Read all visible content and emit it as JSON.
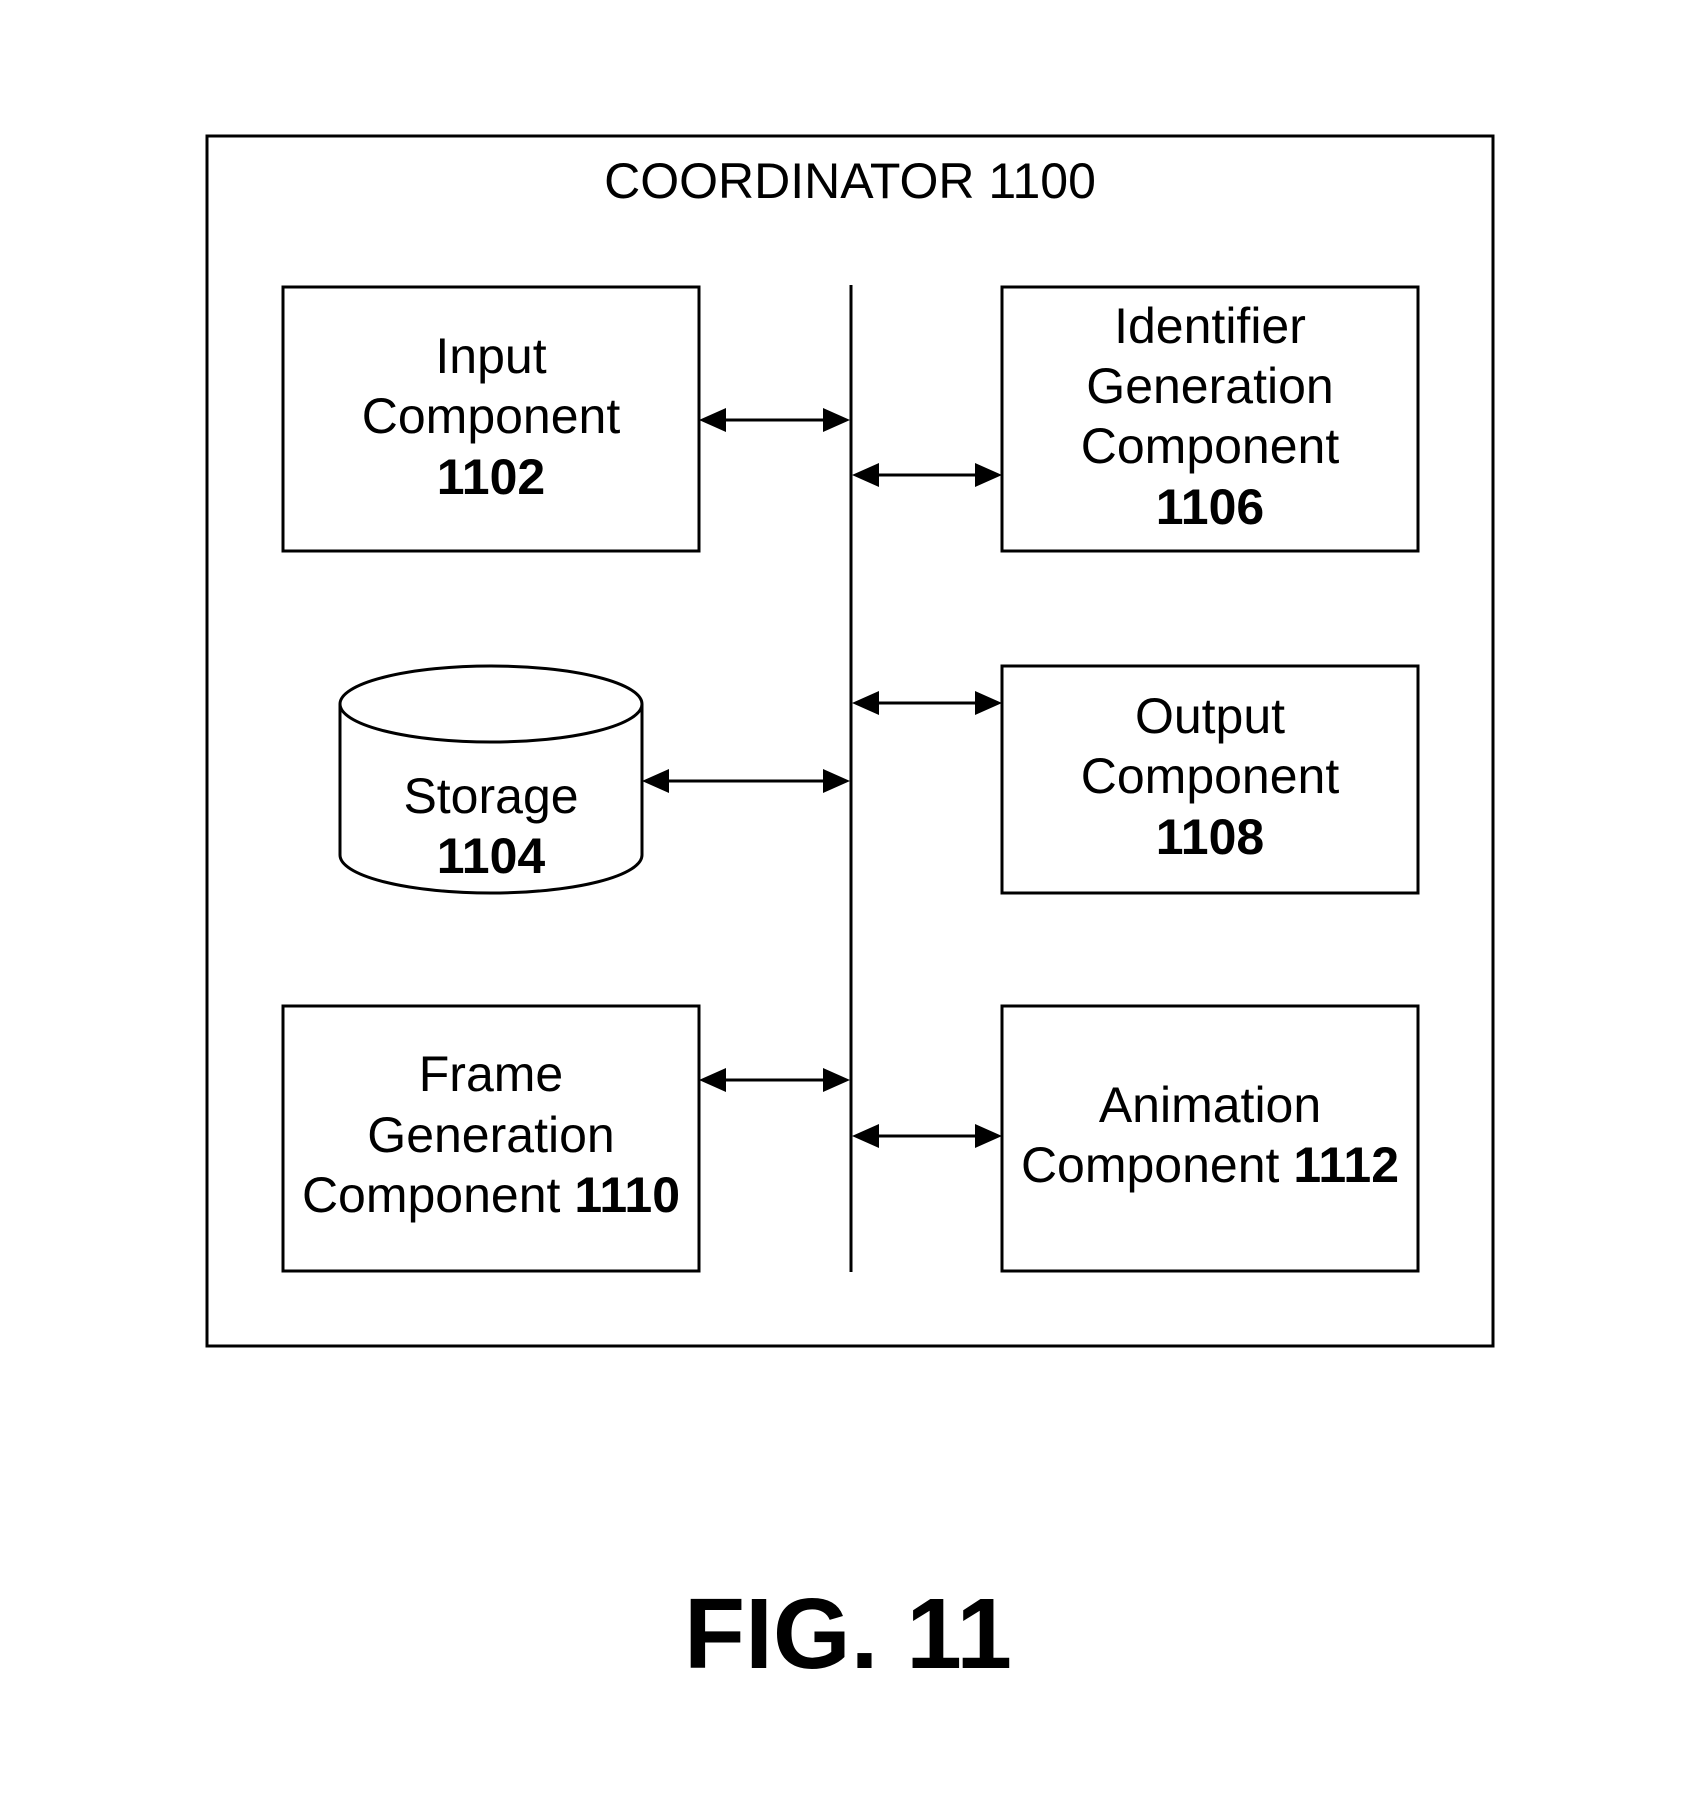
{
  "coordinator": {
    "title": "COORDINATOR 1100"
  },
  "components": {
    "input": {
      "line1": "Input",
      "line2": "Component",
      "number": "1102"
    },
    "storage": {
      "line1": "Storage",
      "number": "1104"
    },
    "identifier": {
      "line1": "Identifier",
      "line2": "Generation",
      "line3": "Component",
      "number": "1106"
    },
    "output": {
      "line1": "Output",
      "line2": "Component",
      "number": "1108"
    },
    "frame": {
      "line1": "Frame",
      "line2": "Generation",
      "line3": "Component ",
      "number": "1110"
    },
    "animation": {
      "line1": "Animation",
      "line2": "Component ",
      "number": "1112"
    }
  },
  "figure_label": "FIG. 11"
}
